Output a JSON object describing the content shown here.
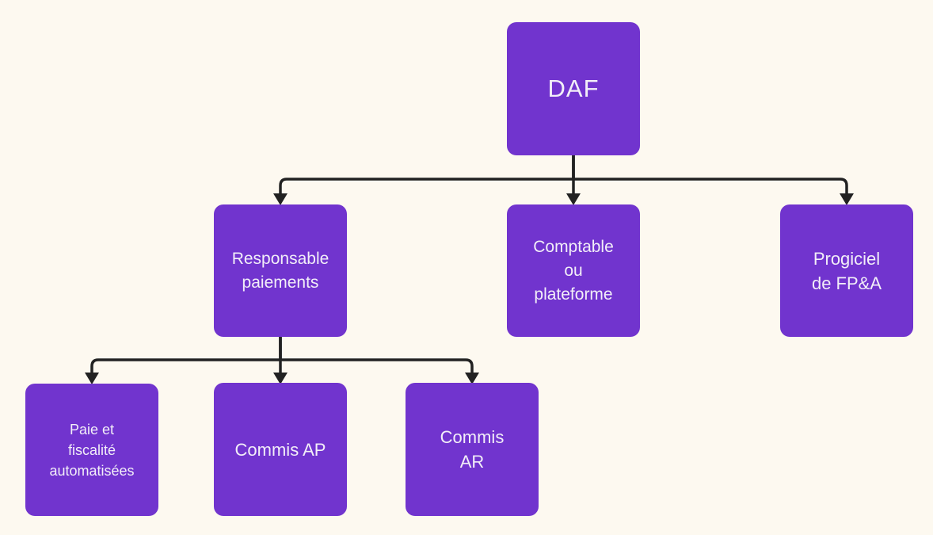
{
  "diagram": {
    "type": "org-chart",
    "colors": {
      "background": "#FDF9F0",
      "node_fill": "#7134CE",
      "node_text": "#F2EEF8",
      "connector": "#222222"
    },
    "nodes": [
      {
        "id": "daf",
        "label": "DAF",
        "lines": [
          "DAF"
        ],
        "level": 1
      },
      {
        "id": "responsable-paiements",
        "label": "Responsable paiements",
        "lines": [
          "Responsable",
          "paiements"
        ],
        "level": 2
      },
      {
        "id": "comptable-ou-plateforme",
        "label": "Comptable ou plateforme",
        "lines": [
          "Comptable",
          "ou",
          "plateforme"
        ],
        "level": 2
      },
      {
        "id": "progiciel-de-fpa",
        "label": "Progiciel de FP&A",
        "lines": [
          "Progiciel",
          "de FP&A"
        ],
        "level": 2
      },
      {
        "id": "paie-fiscalite",
        "label": "Paie et fiscalité automatisées",
        "lines": [
          "Paie et",
          "fiscalité",
          "automatisées"
        ],
        "level": 3
      },
      {
        "id": "commis-ap",
        "label": "Commis AP",
        "lines": [
          "Commis AP"
        ],
        "level": 3
      },
      {
        "id": "commis-ar",
        "label": "Commis AR",
        "lines": [
          "Commis",
          "AR"
        ],
        "level": 3
      }
    ],
    "edges": [
      {
        "from": "daf",
        "to": "responsable-paiements"
      },
      {
        "from": "daf",
        "to": "comptable-ou-plateforme"
      },
      {
        "from": "daf",
        "to": "progiciel-de-fpa"
      },
      {
        "from": "responsable-paiements",
        "to": "paie-fiscalite"
      },
      {
        "from": "responsable-paiements",
        "to": "commis-ap"
      },
      {
        "from": "responsable-paiements",
        "to": "commis-ar"
      }
    ]
  }
}
